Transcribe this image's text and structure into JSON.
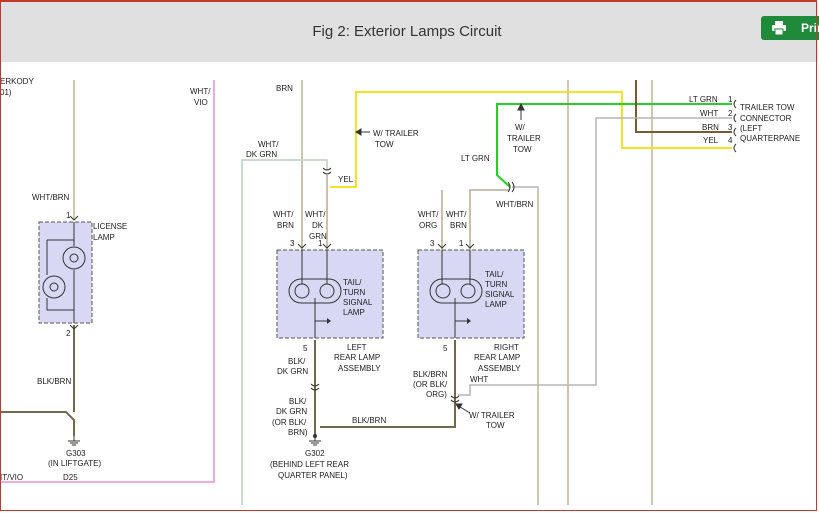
{
  "header": {
    "title": "Fig 2: Exterior Lamps Circuit",
    "print_label": "Prin"
  },
  "icons": {
    "print": "printer-icon"
  },
  "colors": {
    "header_bg": "#e0e0e0",
    "print_button": "#1e8a3a",
    "wire_yellow": "#f2e51f",
    "wire_green": "#25d025",
    "wire_brown": "#7a5b2e",
    "wire_pink": "#e98fd0",
    "component_fill": "#d8d8f4"
  },
  "diagram": {
    "labels": {
      "top_left_partial": "ERKODY",
      "top_left_partial2": "01)",
      "wht_vio_1": "WHT/",
      "wht_vio_2": "VIO",
      "brn_top": "BRN",
      "w_trailer_tow_1a": "W/ TRAILER",
      "w_trailer_tow_1b": "TOW",
      "w_trailer_tow_2a": "W/",
      "w_trailer_tow_2b": "TRAILER",
      "w_trailer_tow_2c": "TOW",
      "w_trailer_tow_3a": "W/ TRAILER",
      "w_trailer_tow_3b": "TOW",
      "wht_dkgrn_a": "WHT/",
      "wht_dkgrn_b": "DK GRN",
      "yel_mid": "YEL",
      "lt_grn_mid": "LT GRN",
      "wht_brn_top_right": "WHT/BRN",
      "connector_lt_grn": "LT GRN",
      "connector_wht": "WHT",
      "connector_brn": "BRN",
      "connector_yel": "YEL",
      "pin_1": "1",
      "pin_2": "2",
      "pin_3": "3",
      "pin_4": "4",
      "trailer_tow_1": "TRAILER TOW",
      "trailer_tow_2": "CONNECTOR",
      "trailer_tow_3": "(LEFT",
      "trailer_tow_4": "QUARTERPANE",
      "lic_wire_top": "WHT/BRN",
      "lic_pin_1": "1",
      "lic_pin_2": "2",
      "license_lamp_1": "LICENSE",
      "license_lamp_2": "LAMP",
      "lic_wire_bot": "BLK/BRN",
      "g303_1": "G303",
      "g303_2": "(IN LIFTGATE)",
      "left_wire_a1": "WHT/",
      "left_wire_a2": "BRN",
      "left_wire_b1": "WHT/",
      "left_wire_b2": "DK",
      "left_wire_b3": "GRN",
      "left_pin_3": "3",
      "left_pin_1": "1",
      "left_pin_5": "5",
      "left_lamp_1": "TAIL/",
      "left_lamp_2": "TURN",
      "left_lamp_3": "SIGNAL",
      "left_lamp_4": "LAMP",
      "left_assy_1": "LEFT",
      "left_assy_2": "REAR LAMP",
      "left_assy_3": "ASSEMBLY",
      "left_wire_c1": "BLK/",
      "left_wire_c2": "DK GRN",
      "left_wire_d1": "BLK/",
      "left_wire_d2": "DK GRN",
      "left_wire_d3": "(OR BLK/",
      "left_wire_d4": "BRN)",
      "g302_1": "G302",
      "g302_2": "(BEHIND LEFT REAR",
      "g302_3": "QUARTER PANEL)",
      "blk_brn_horizontal": "BLK/BRN",
      "right_wire_a1": "WHT/",
      "right_wire_a2": "ORG",
      "right_wire_b1": "WHT/",
      "right_wire_b2": "BRN",
      "right_pin_3": "3",
      "right_pin_1": "1",
      "right_pin_5": "5",
      "right_lamp_1": "TAIL/",
      "right_lamp_2": "TURN",
      "right_lamp_3": "SIGNAL",
      "right_lamp_4": "LAMP",
      "right_assy_1": "RIGHT",
      "right_assy_2": "REAR LAMP",
      "right_assy_3": "ASSEMBLY",
      "right_wire_c1": "BLK/BRN",
      "right_wire_c2": "(OR BLK/",
      "right_wire_c3": "ORG)",
      "wht_right": "WHT",
      "bottom_left_1": "IT/VIO",
      "bottom_d25": "D25"
    }
  }
}
